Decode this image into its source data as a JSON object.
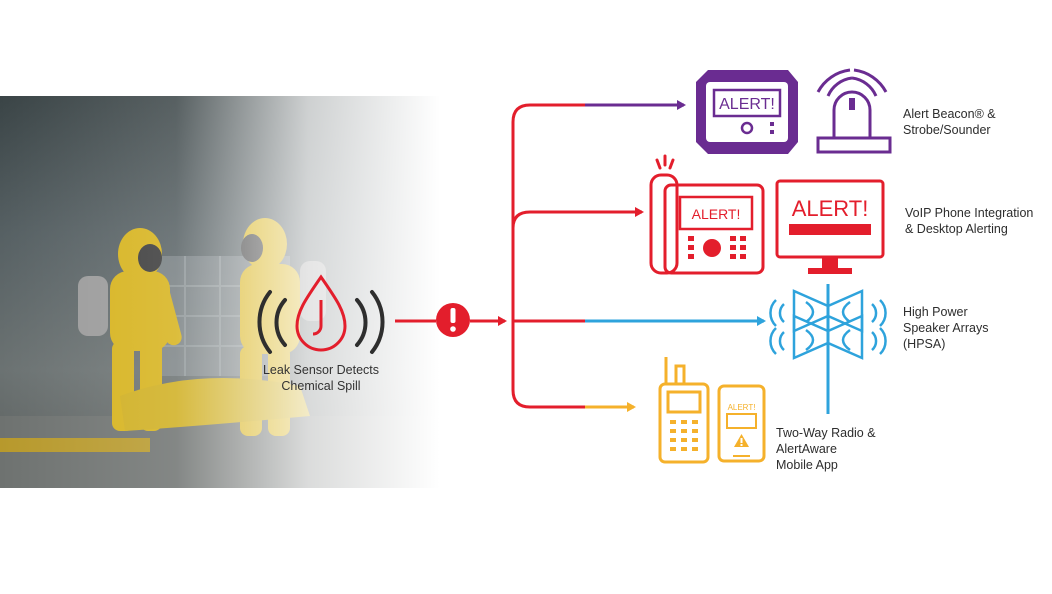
{
  "source": {
    "label_line1": "Leak Sensor Detects",
    "label_line2": "Chemical Spill",
    "icon": "water-drop-sensor-icon"
  },
  "trigger": {
    "icon": "exclamation-alert-icon"
  },
  "screen_texts": {
    "beacon_display": "ALERT!",
    "phone_display": "ALERT!",
    "desktop_display": "ALERT!",
    "mobile_display": "ALERT!"
  },
  "outputs": [
    {
      "id": "beacon",
      "line1": "Alert Beacon® &",
      "line2": "Strobe/Sounder",
      "line3": ""
    },
    {
      "id": "voip",
      "line1": "VoIP Phone Integration",
      "line2": "& Desktop Alerting",
      "line3": ""
    },
    {
      "id": "hpsa",
      "line1": "High Power",
      "line2": "Speaker Arrays",
      "line3": "(HPSA)"
    },
    {
      "id": "radio",
      "line1": "Two-Way Radio &",
      "line2": "AlertAware",
      "line3": "Mobile App"
    }
  ],
  "colors": {
    "red": "#e31e2c",
    "purple": "#6a2c91",
    "blue": "#2ea3dc",
    "yellow": "#f5b12b",
    "text": "#2d2d2d"
  }
}
